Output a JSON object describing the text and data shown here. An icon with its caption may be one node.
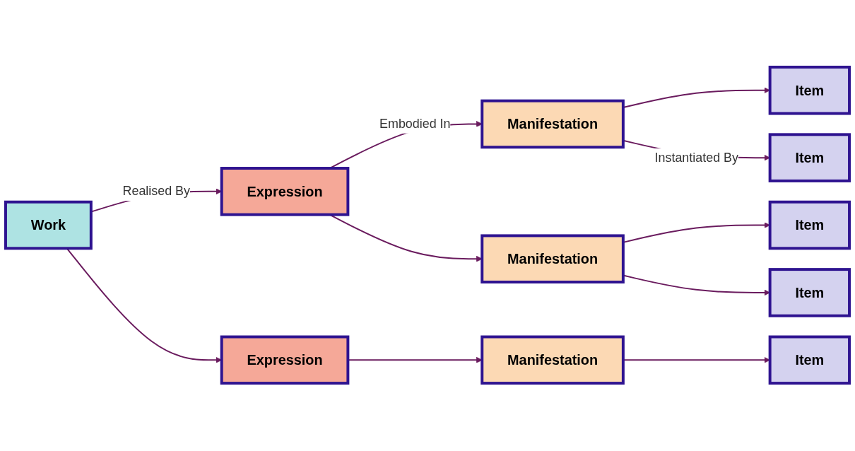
{
  "diagram": {
    "nodes": [
      {
        "text": [
          "Work"
        ]
      },
      {
        "text": [
          "Expression"
        ]
      },
      {
        "text": [
          "Expression"
        ]
      },
      {
        "text": [
          "Manifestation"
        ]
      },
      {
        "text": [
          "Manifestation"
        ]
      },
      {
        "text": [
          "Manifestation"
        ]
      },
      {
        "text": [
          "Item"
        ]
      },
      {
        "text": [
          "Item"
        ]
      },
      {
        "text": [
          "Item"
        ]
      },
      {
        "text": [
          "Item"
        ]
      },
      {
        "text": [
          "Item"
        ]
      }
    ],
    "edges": [
      {
        "from": 0,
        "to": 1,
        "arrow": "to",
        "label": "Realised By"
      },
      {
        "from": 0,
        "to": 2,
        "arrow": "to"
      },
      {
        "from": 1,
        "to": 3,
        "arrow": "to",
        "label": "Embodied In"
      },
      {
        "from": 1,
        "to": 4,
        "arrow": "to"
      },
      {
        "from": 2,
        "to": 5,
        "arrow": "to"
      },
      {
        "from": 3,
        "to": 6,
        "arrow": "to"
      },
      {
        "from": 3,
        "to": 7,
        "arrow": "to",
        "label": "Instantiated By"
      },
      {
        "from": 4,
        "to": 8,
        "arrow": "to"
      },
      {
        "from": 4,
        "to": 9,
        "arrow": "to"
      },
      {
        "from": 5,
        "to": 10,
        "arrow": "to"
      }
    ]
  }
}
